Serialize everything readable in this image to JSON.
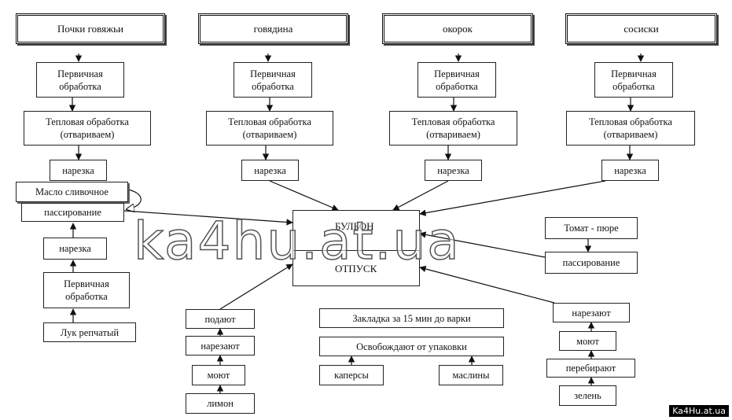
{
  "top_sources": [
    "Почки говяжьи",
    "говядина",
    "окорок",
    "сосиски"
  ],
  "primary_processing": "Первичная\nобработка",
  "heat_processing": "Тепловая обработка\n(отвариваем)",
  "cutting": "нарезка",
  "butter": "Масло сливочное",
  "saute": "пассирование",
  "onion": "Лук репчатый",
  "center": {
    "broth": "БУЛЬОН",
    "serving": "ОТПУСК"
  },
  "tomato": "Томат - пюре",
  "lemon_chain": [
    "подают",
    "нарезают",
    "моют",
    "лимон"
  ],
  "bookmark": "Закладка за 15 мин до варки",
  "unpack": "Освобождают от упаковки",
  "capers": "каперсы",
  "olives": "маслины",
  "greens_chain": [
    "нарезают",
    "моют",
    "перебирают",
    "зелень"
  ],
  "watermark": "ka4hu.at.ua",
  "corner_label": "Ka4Hu.at.ua"
}
